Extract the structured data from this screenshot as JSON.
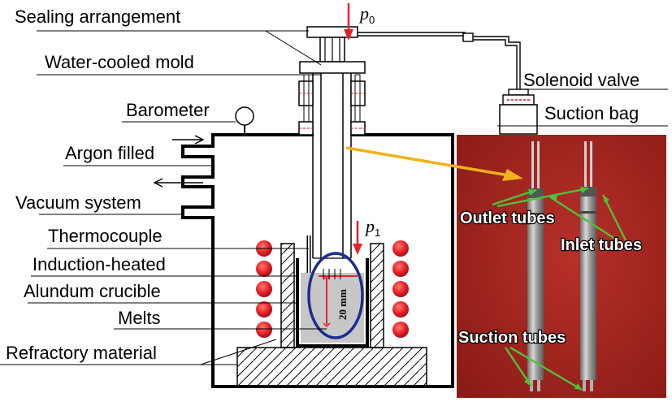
{
  "labels": {
    "sealing": "Sealing arrangement",
    "mold": "Water-cooled mold",
    "barometer": "Barometer",
    "argon": "Argon filled",
    "vacuum": "Vacuum system",
    "thermocouple": "Thermocouple",
    "induction": "Induction-heated",
    "crucible": "Alundum crucible",
    "melts": "Melts",
    "refractory": "Refractory material",
    "solenoid": "Solenoid valve",
    "suction_bag": "Suction bag"
  },
  "photo_labels": {
    "outlet": "Outlet tubes",
    "inlet": "Inlet tubes",
    "suction": "Suction tubes"
  },
  "pressures": {
    "p0_var": "p",
    "p0_sub": "0",
    "p1_var": "p",
    "p1_sub": "1"
  },
  "scale_text": "20 mm",
  "colors": {
    "coil": "#e8222a",
    "arrow_red": "#e5222a",
    "ellipse": "#1b2d8e",
    "arrow_yellow": "#f0b11c",
    "leader_green": "#4ec23a",
    "photo_bg": "#a8241d"
  }
}
